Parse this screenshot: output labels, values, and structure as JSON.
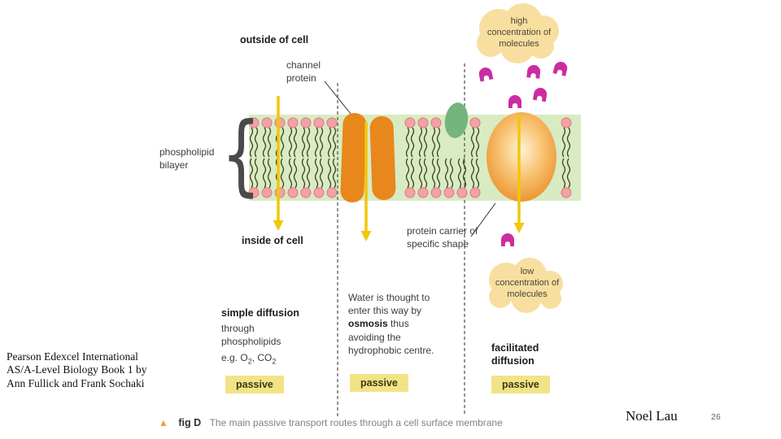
{
  "slide": {
    "attribution_lines": [
      "Pearson Edexcel International",
      "AS/A-Level Biology Book 1 by",
      "Ann Fullick and Frank Sochaki"
    ],
    "author": "Noel Lau",
    "page_number": "26"
  },
  "diagram": {
    "labels": {
      "outside_of_cell": "outside of cell",
      "inside_of_cell": "inside of cell",
      "channel_protein": "channel protein",
      "phospholipid_bilayer": "phospholipid bilayer",
      "protein_carrier": "protein carrier of specific shape",
      "high_concentration": "high concentration of molecules",
      "low_concentration": "low concentration of molecules",
      "brace_glyph": "{"
    },
    "routes": {
      "simple": {
        "title": "simple diffusion",
        "body": "through phospholipids",
        "example": {
          "pre": "e.g. O",
          "sub1": "2",
          "mid": ", CO",
          "sub2": "2"
        },
        "badge": "passive"
      },
      "osmosis": {
        "pre": "Water is thought to enter this way by ",
        "bold": "osmosis",
        "post": " thus avoiding the hydrophobic centre.",
        "badge": "passive"
      },
      "facilitated": {
        "title": "facilitated diffusion",
        "badge": "passive"
      }
    },
    "caption": {
      "marker": "▲",
      "fig": "fig D",
      "text": "The main passive transport routes through a cell surface membrane"
    },
    "colors": {
      "membrane_green": "#d9ebc2",
      "lipid_head": "#f2a2a8",
      "lipid_head_stroke": "#de7880",
      "lipid_tail": "#3f3f20",
      "protein_orange": "#e8871c",
      "channel_green": "#74b57e",
      "arrow_yellow": "#f2c60a",
      "molecule_magenta": "#cb2da0",
      "cloud_yellow": "#f8dfa0",
      "badge_bg": "#f2e387",
      "caption_marker": "#f0a030"
    }
  }
}
